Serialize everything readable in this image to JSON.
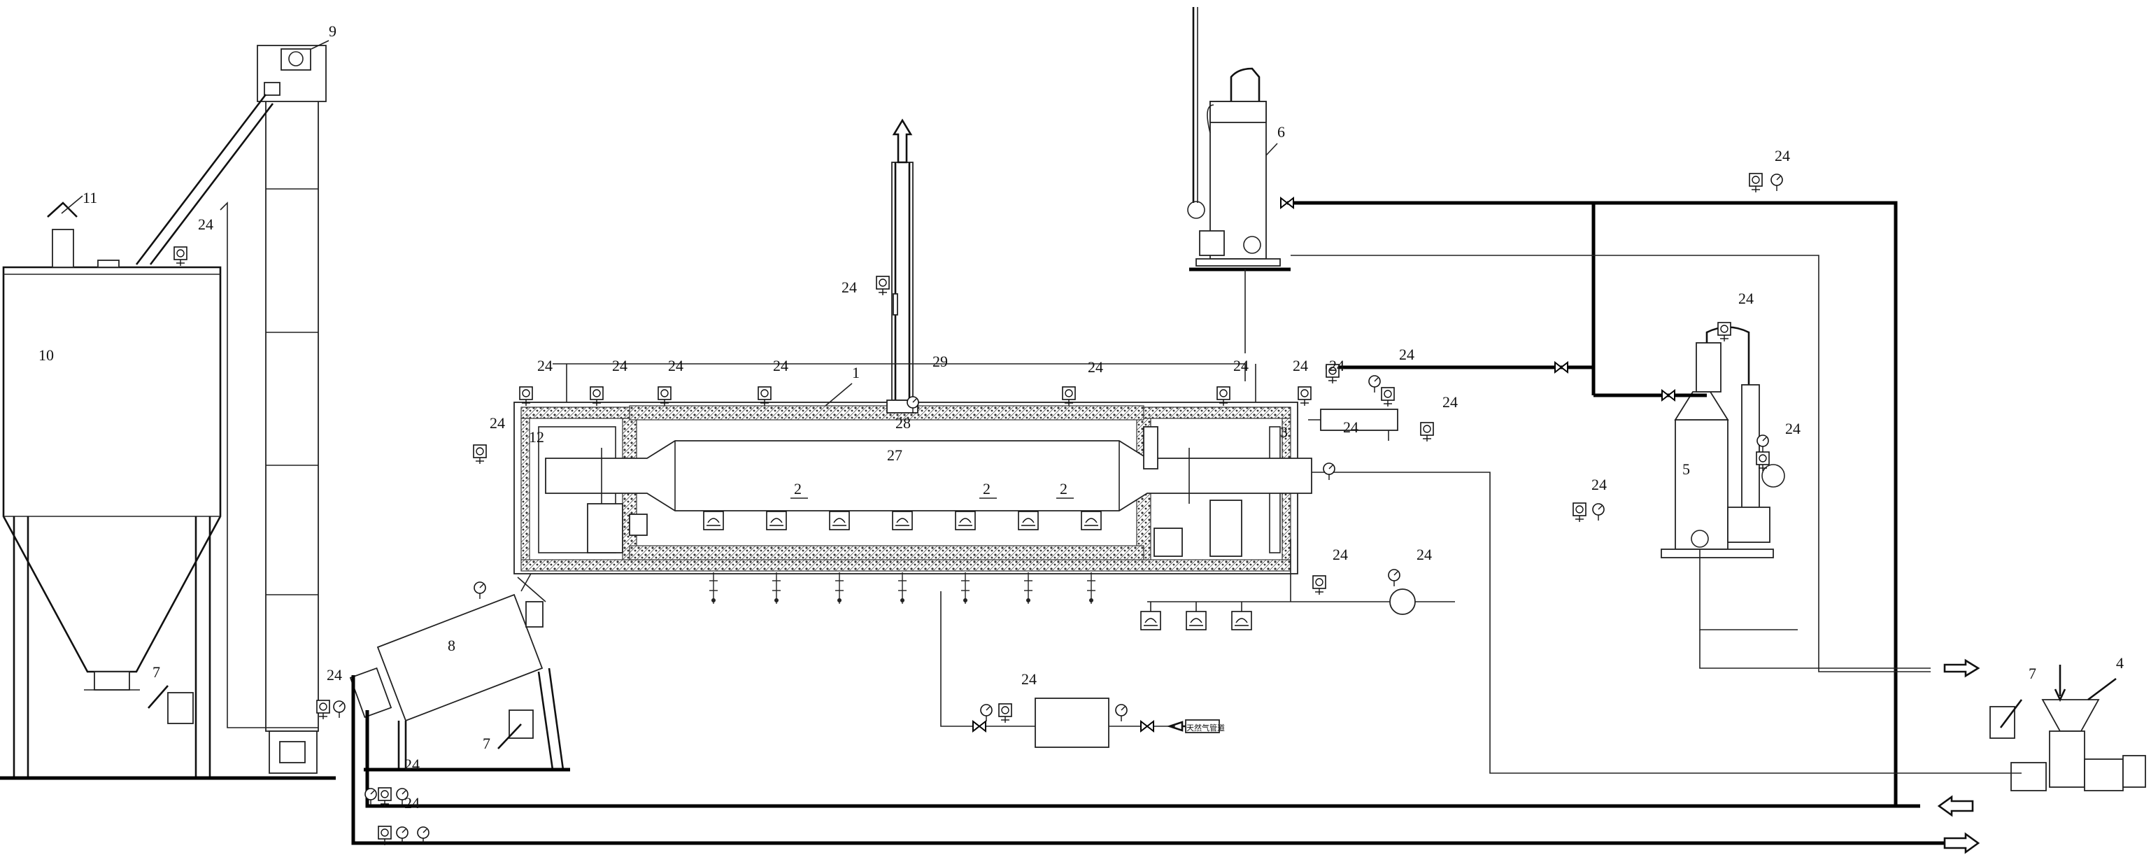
{
  "labels": {
    "feed_hopper": "4",
    "scrubber_a": "5",
    "scrubber_b": "6",
    "control_box": "7",
    "cooling_drum": "8",
    "bucket_elevator": "9",
    "silo": "10",
    "silo_vent": "11",
    "chamber_left": "12",
    "chamber_right": "3",
    "kiln_body": "1",
    "burner": "2",
    "stack_base": "28",
    "stack_gate": "29",
    "retort": "27",
    "instrument": "24"
  },
  "gas_source_text": "天然气管道"
}
